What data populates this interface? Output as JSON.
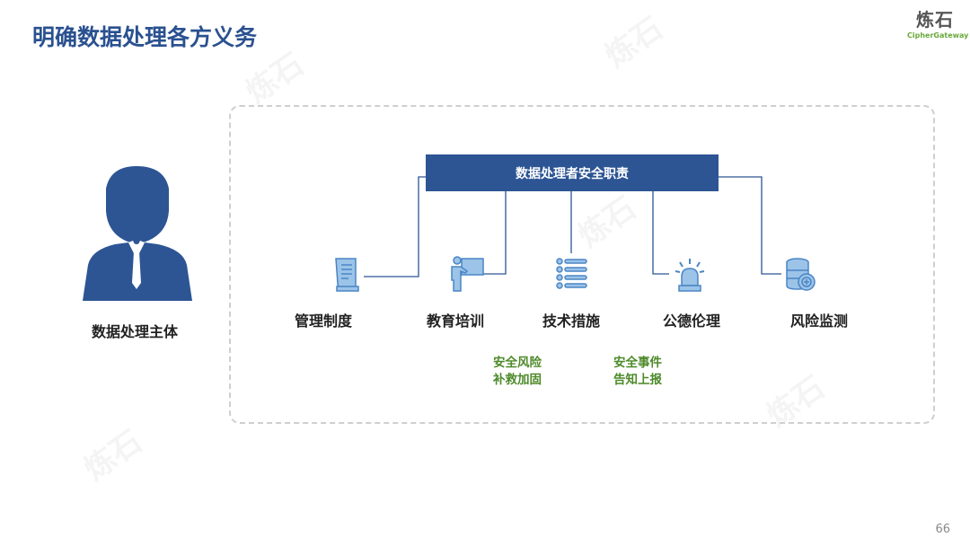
{
  "title": "明确数据处理各方义务",
  "logo": {
    "cn": "炼石",
    "en": "CipherGateway"
  },
  "subject": {
    "label": "数据处理主体"
  },
  "center_box": "数据处理者安全职责",
  "duties": [
    {
      "label": "管理制度",
      "icon": "scroll-icon"
    },
    {
      "label": "教育培训",
      "icon": "teacher-icon"
    },
    {
      "label": "技术措施",
      "icon": "list-icon"
    },
    {
      "label": "公德伦理",
      "icon": "alarm-light-icon"
    },
    {
      "label": "风险监测",
      "icon": "database-shield-icon"
    }
  ],
  "notes": [
    {
      "line1": "安全风险",
      "line2": "补救加固"
    },
    {
      "line1": "安全事件",
      "line2": "告知上报"
    }
  ],
  "page_number": "66",
  "colors": {
    "primary": "#2d5594",
    "icon": "#5b9bd5",
    "green": "#4d8a2a"
  }
}
